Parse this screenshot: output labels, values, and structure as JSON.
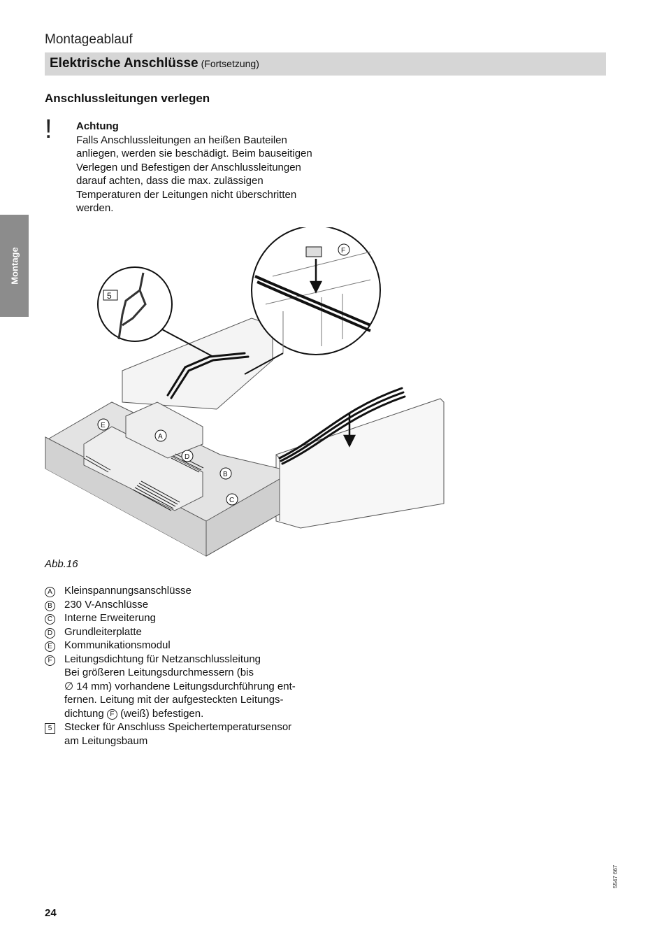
{
  "header": {
    "section": "Montageablauf",
    "title": "Elektrische Anschlüsse",
    "title_suffix": "(Fortsetzung)"
  },
  "side_tab": "Montage",
  "subheading": "Anschlussleitungen verlegen",
  "warning": {
    "mark": "!",
    "heading": "Achtung",
    "text": "Falls Anschlussleitungen an heißen Bauteilen anliegen, werden sie beschädigt. Beim bauseitigen Verlegen und Befestigen der Anschlussleitungen darauf achten, dass die max. zulässigen Temperaturen der Leitungen nicht überschritten werden."
  },
  "figure": {
    "caption": "Abb.16",
    "labels": {
      "a": "A",
      "b": "B",
      "c": "C",
      "d": "D",
      "e": "E",
      "f": "F",
      "five": "5"
    }
  },
  "legend": [
    {
      "key": "A",
      "type": "circle",
      "text": "Kleinspannungsanschlüsse"
    },
    {
      "key": "B",
      "type": "circle",
      "text": "230 V-Anschlüsse"
    },
    {
      "key": "C",
      "type": "circle",
      "text": "Interne Erweiterung"
    },
    {
      "key": "D",
      "type": "circle",
      "text": "Grundleiterplatte"
    },
    {
      "key": "E",
      "type": "circle",
      "text": "Kommunikationsmodul"
    },
    {
      "key": "F",
      "type": "circle",
      "text": "Leitungsdichtung für Netzanschlussleitung",
      "note_1": "Bei größeren Leitungsdurchmessern (bis",
      "note_2": "∅ 14 mm) vorhandene Leitungsdurchführung ent-",
      "note_3": "fernen. Leitung mit der aufgesteckten Leitungs-",
      "note_4a": "dichtung",
      "note_4_key": "F",
      "note_4b": "(weiß) befestigen."
    },
    {
      "key": "5",
      "type": "square",
      "text": "Stecker für Anschluss Speichertemperatursensor",
      "note_1": "am Leitungsbaum"
    }
  ],
  "footer": {
    "page_number": "24",
    "doc_number": "5547 667"
  }
}
